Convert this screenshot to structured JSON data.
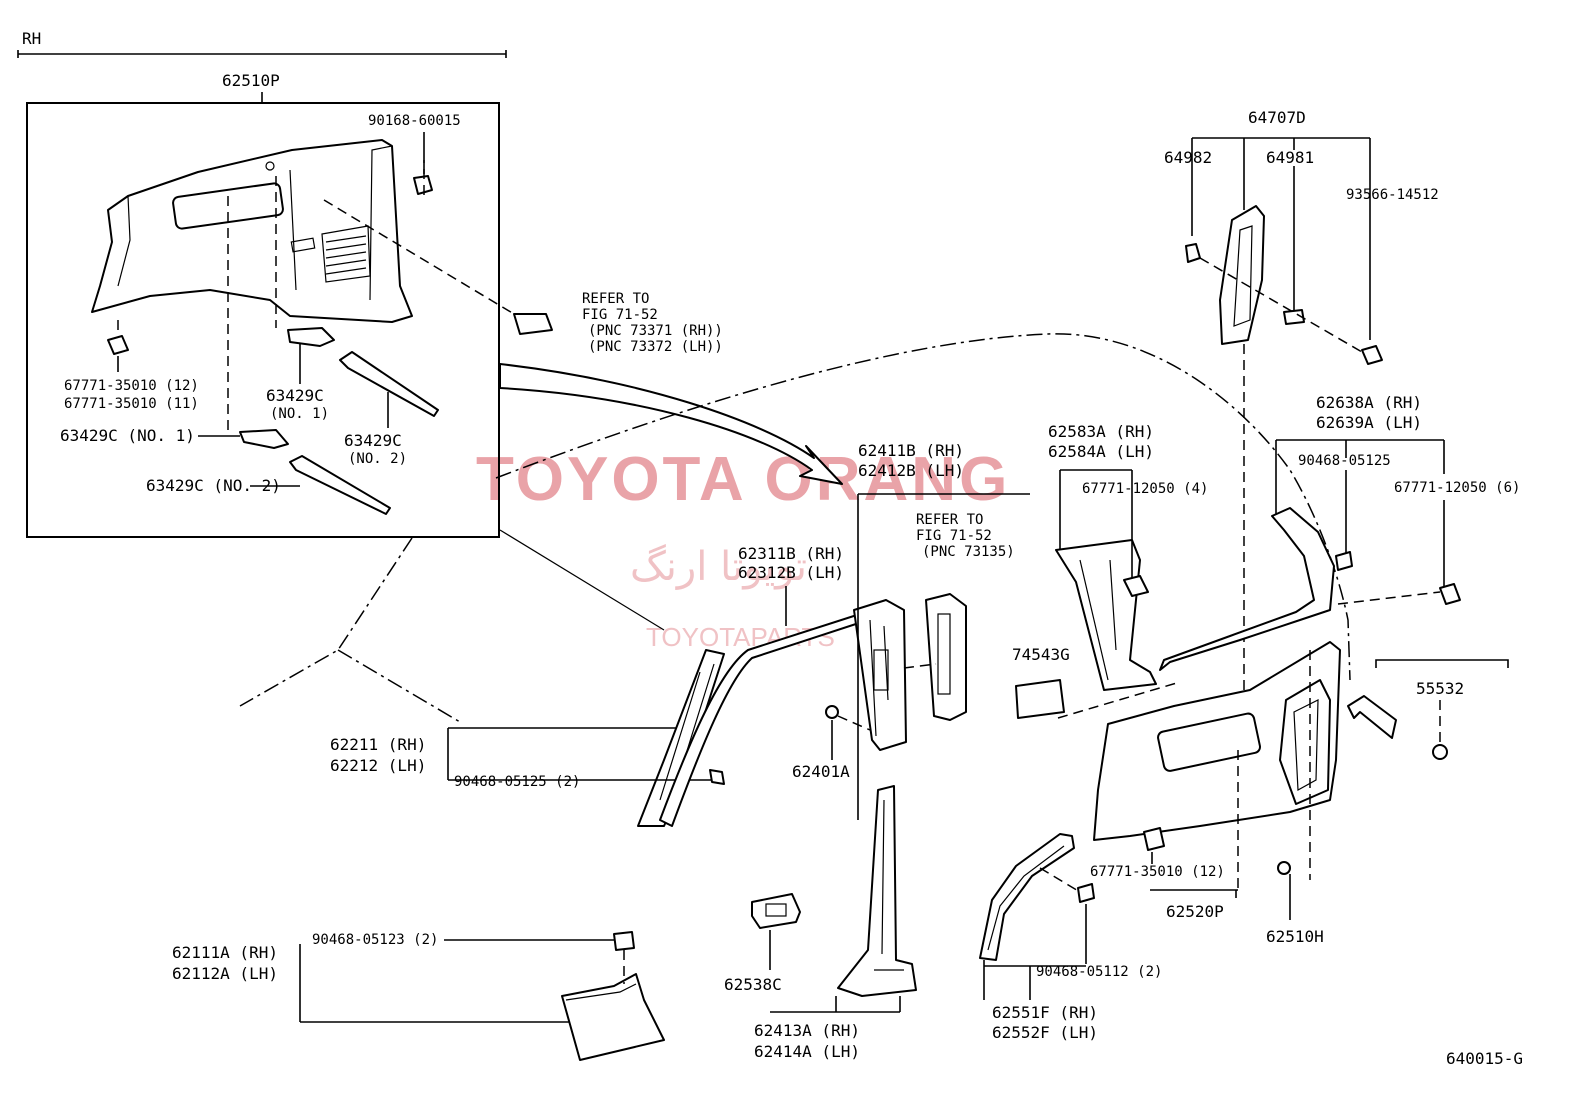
{
  "diagram": {
    "figure_code": "640015-G",
    "side_label": "RH",
    "watermark": {
      "title": "TOYOTA ORANG",
      "persian": "تویوتا ارنگ",
      "subtitle": "TOYOTAPARTS"
    },
    "callouts": {
      "c62510P": "62510P",
      "c90168": "90168-60015",
      "c67771a": "67771-35010 (12)",
      "c67771b": "67771-35010 (11)",
      "c63429C_1": "63429C",
      "c63429C_1n": "(NO. 1)",
      "c63429C_2": "63429C",
      "c63429C_2n": "(NO. 2)",
      "c63429C_no1": "63429C (NO. 1)",
      "c63429C_no2": "63429C (NO. 2)",
      "refer1_l1": "REFER TO",
      "refer1_l2": "FIG 71-52",
      "refer1_l3": "(PNC 73371 (RH))",
      "refer1_l4": "(PNC 73372 (LH))",
      "c64707D": "64707D",
      "c64982": "64982",
      "c64981": "64981",
      "c93566": "93566-14512",
      "c62638A": "62638A (RH)",
      "c62639A": "62639A (LH)",
      "c90468_125a": "90468-05125",
      "c67771_6": "67771-12050 (6)",
      "c62583A": "62583A (RH)",
      "c62584A": "62584A (LH)",
      "c67771_4": "67771-12050 (4)",
      "c62411B": "62411B (RH)",
      "c62412B": "62412B (LH)",
      "refer2_l1": "REFER TO",
      "refer2_l2": "FIG 71-52",
      "refer2_l3": "(PNC 73135)",
      "c62311B": "62311B (RH)",
      "c62312B": "62312B (LH)",
      "c74543G": "74543G",
      "c55532": "55532",
      "c62211": "62211 (RH)",
      "c62212": "62212 (LH)",
      "c90468_125b": "90468-05125 (2)",
      "c62401A": "62401A",
      "c67771_12": "67771-35010 (12)",
      "c62520P": "62520P",
      "c62510H": "62510H",
      "c90468_123": "90468-05123 (2)",
      "c62111A": "62111A (RH)",
      "c62112A": "62112A (LH)",
      "c62538C": "62538C",
      "c62413A": "62413A (RH)",
      "c62414A": "62414A (LH)",
      "c90468_112": "90468-05112 (2)",
      "c62551F": "62551F (RH)",
      "c62552F": "62552F (LH)"
    }
  }
}
